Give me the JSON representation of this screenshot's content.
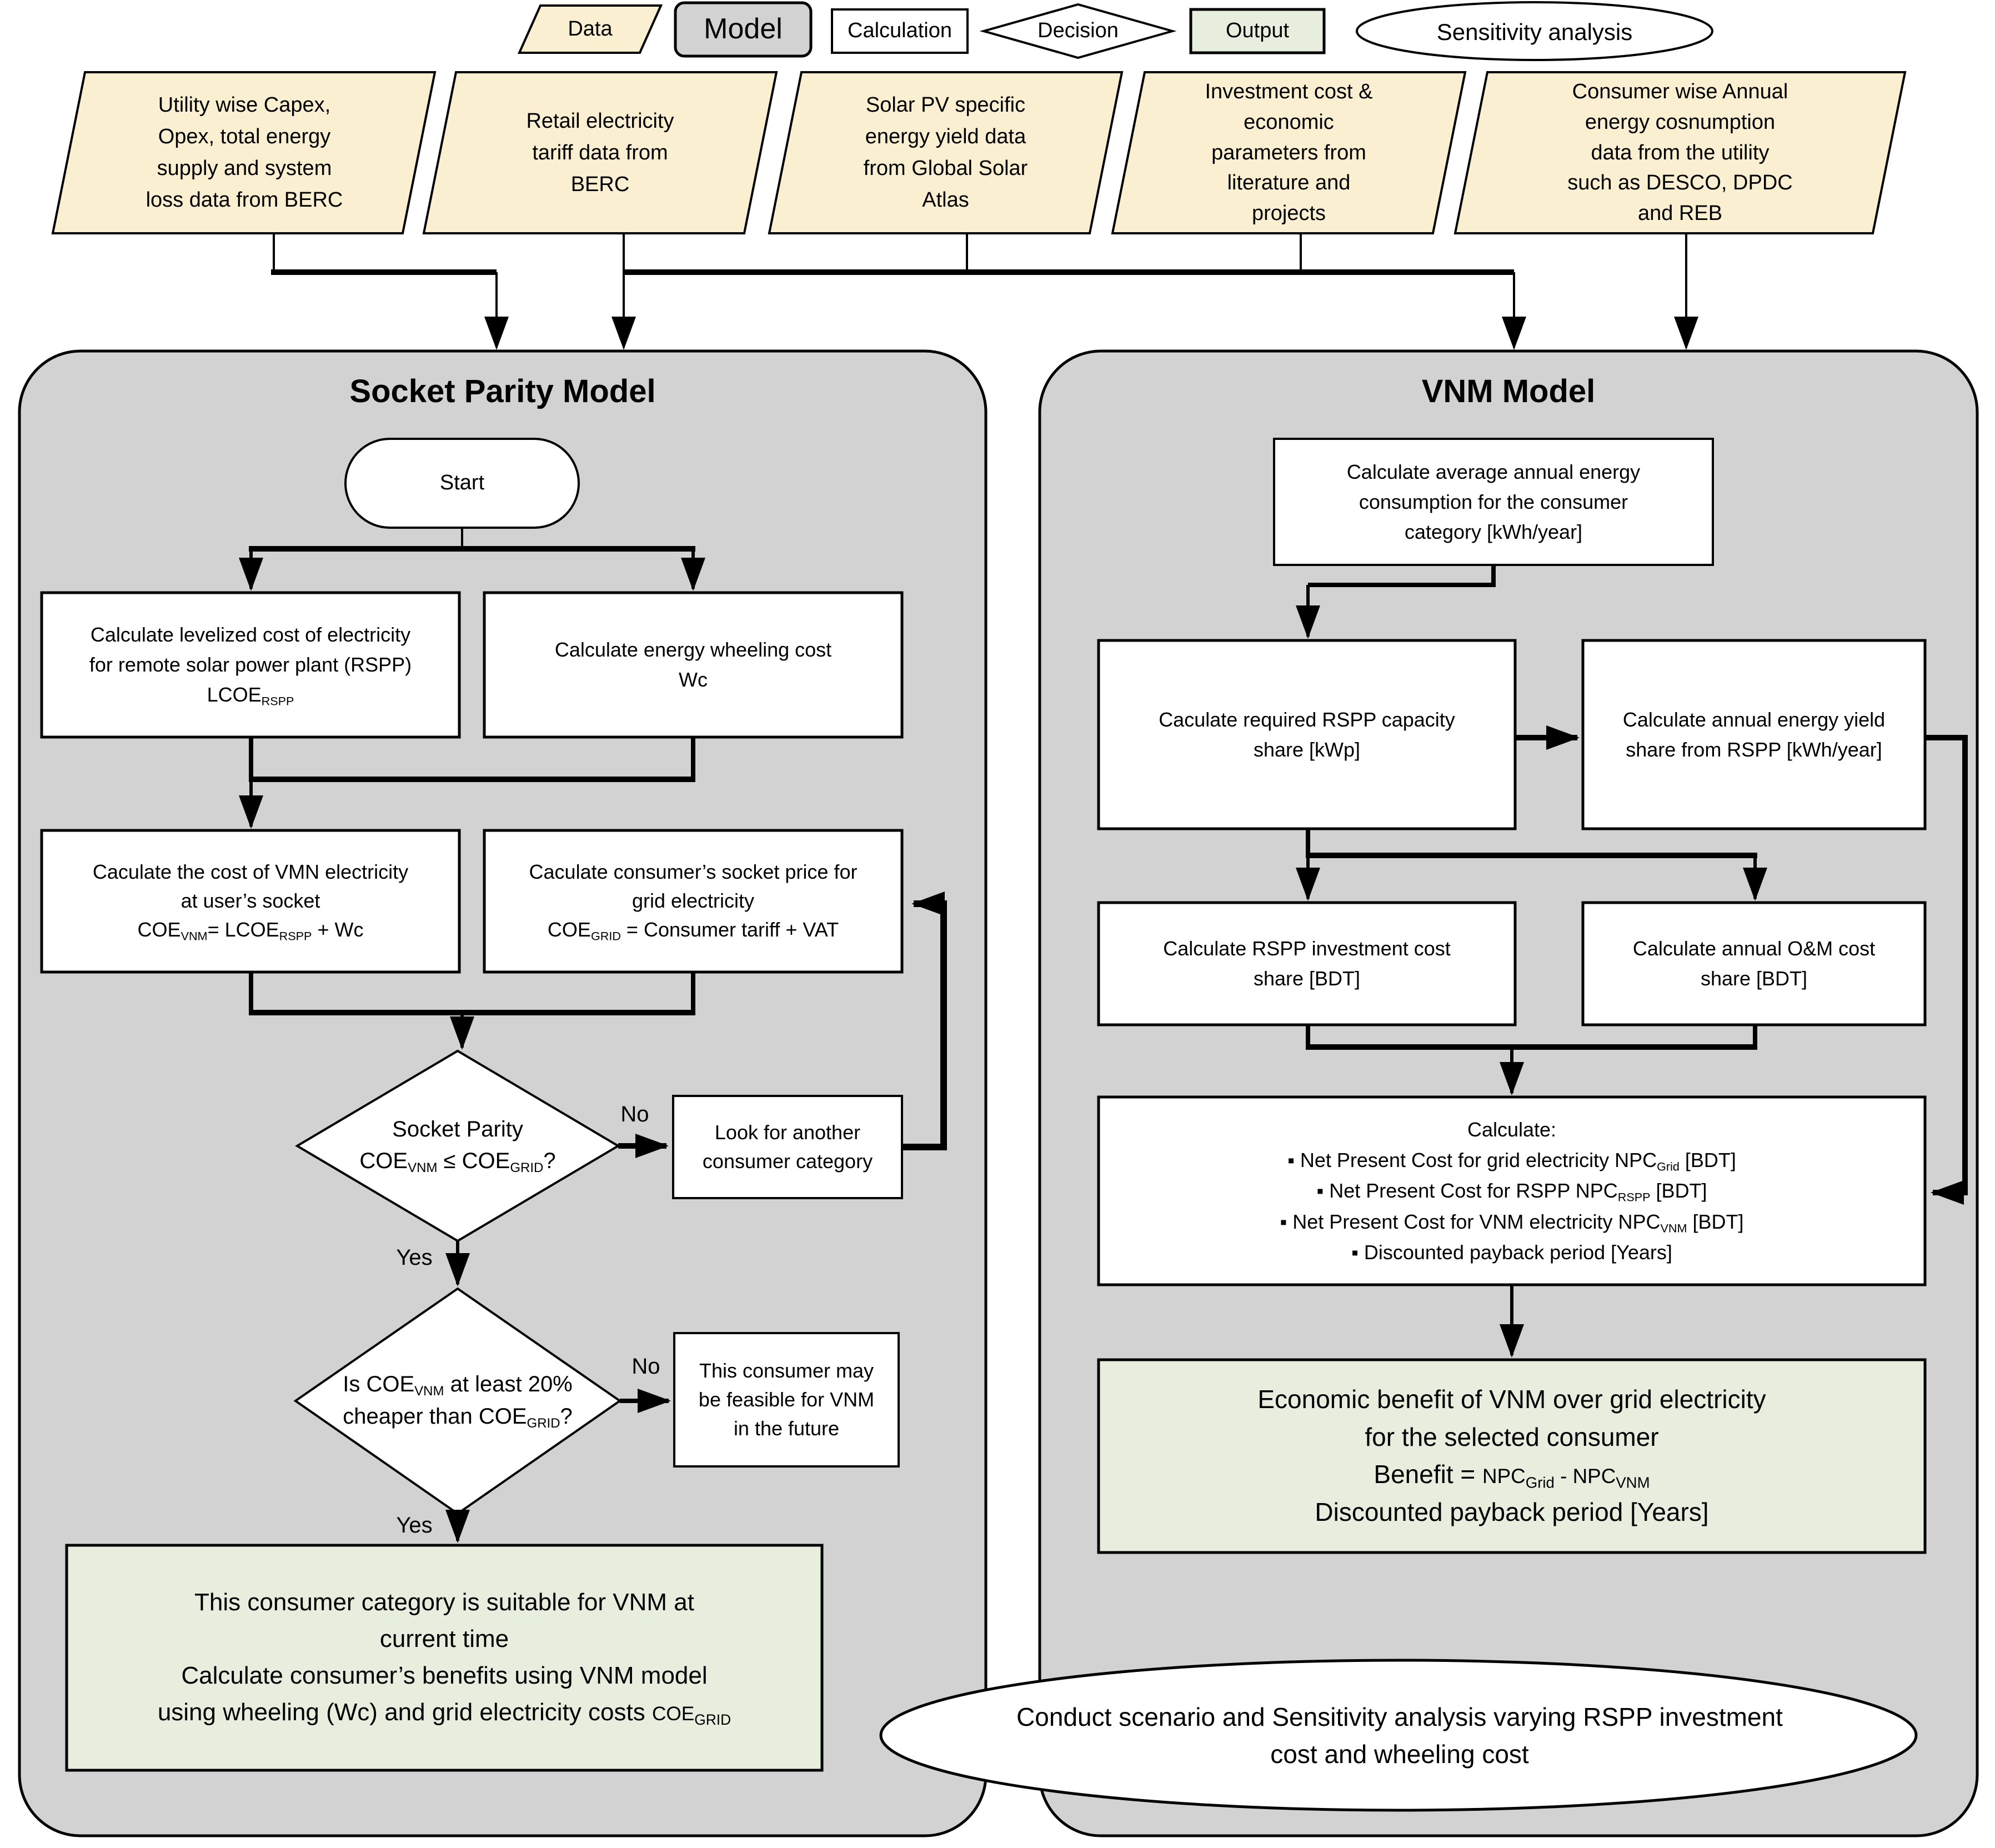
{
  "colors": {
    "data_fill": "#FBEFD2",
    "model_fill": "#D2D2D2",
    "output_fill": "#E7EEDE",
    "shape_fill": "#FFFFFF",
    "line": "#000000",
    "text": "#000000",
    "canvas_bg": "#FFFFFF"
  },
  "legend": {
    "data": "Data",
    "model": "Model",
    "calculation": "Calculation",
    "decision": "Decision",
    "output": "Output",
    "sensitivity": "Sensitivity analysis"
  },
  "data_sources": {
    "s1": {
      "l1": "Utility wise Capex,",
      "l2": "Opex, total energy",
      "l3": "supply and system",
      "l4": "loss data from BERC"
    },
    "s2": {
      "l1": "Retail electricity",
      "l2": "tariff data from",
      "l3": "BERC"
    },
    "s3": {
      "l1": "Solar PV specific",
      "l2": "energy yield data",
      "l3": "from Global Solar",
      "l4": "Atlas"
    },
    "s4": {
      "l1": "Investment cost &",
      "l2": "economic",
      "l3": "parameters from",
      "l4": "literature and",
      "l5": "projects"
    },
    "s5": {
      "l1": "Consumer wise Annual",
      "l2": "energy cosnumption",
      "l3": "data from the utility",
      "l4": "such as DESCO, DPDC",
      "l5": "and REB"
    }
  },
  "socket_model": {
    "title": "Socket Parity Model",
    "start": "Start",
    "box_lcoe": {
      "l1": "Calculate levelized cost of electricity",
      "l2": "for remote solar power plant (RSPP)",
      "formula": [
        {
          "t": "LCOE"
        },
        {
          "t": "RSPP",
          "sub": true
        }
      ]
    },
    "box_wc": {
      "l1": "Calculate energy wheeling cost",
      "l2": "Wc"
    },
    "box_coevnm": {
      "l1": "Caculate the cost of VMN electricity",
      "l2": "at user’s socket",
      "formula": [
        {
          "t": "COE"
        },
        {
          "t": "VNM",
          "sub": true
        },
        {
          "t": "= LCOE"
        },
        {
          "t": "RSPP",
          "sub": true
        },
        {
          "t": " + Wc"
        }
      ]
    },
    "box_coegrid": {
      "l1": "Caculate consumer’s socket price for",
      "l2": "grid electricity",
      "formula": [
        {
          "t": "COE"
        },
        {
          "t": "GRID",
          "sub": true
        },
        {
          "t": " = Consumer tariff + VAT"
        }
      ]
    },
    "decision_parity": {
      "l1": "Socket Parity",
      "formula": [
        {
          "t": "COE"
        },
        {
          "t": "VNM",
          "sub": true
        },
        {
          "t": " ≤ COE"
        },
        {
          "t": "GRID",
          "sub": true
        },
        {
          "t": "?"
        }
      ]
    },
    "box_look": {
      "l1": "Look for another",
      "l2": "consumer category"
    },
    "decision_cheaper": {
      "formula1": [
        {
          "t": "Is COE"
        },
        {
          "t": "VNM",
          "sub": true
        },
        {
          "t": " at least 20%"
        }
      ],
      "formula2": [
        {
          "t": "cheaper  than  COE"
        },
        {
          "t": "GRID",
          "sub": true
        },
        {
          "t": "?"
        }
      ]
    },
    "box_future": {
      "l1": "This consumer may",
      "l2": "be feasible for VNM",
      "l3": "in the future"
    },
    "output": {
      "l1": "This consumer category is suitable for VNM at",
      "l2": "current time",
      "l3": "Calculate consumer’s benefits using VNM model",
      "l4": [
        {
          "t": "using wheeling (Wc) and grid electricity costs "
        },
        {
          "t": "COE",
          "small": true
        },
        {
          "t": "GRID",
          "sub": true
        }
      ]
    },
    "yes": "Yes",
    "no": "No"
  },
  "vnm_model": {
    "title": "VNM Model",
    "box_consumption": {
      "l1": "Calculate average annual energy",
      "l2": "consumption for the consumer",
      "l3": "category [kWh/year]"
    },
    "box_capacity": {
      "l1": "Caculate required RSPP capacity",
      "l2": "share [kWp]"
    },
    "box_yield": {
      "l1": "Calculate annual energy yield",
      "l2": "share from RSPP  [kWh/year]"
    },
    "box_invest": {
      "l1": "Calculate RSPP investment cost",
      "l2": "share [BDT]"
    },
    "box_om": {
      "l1": "Calculate annual O&M cost",
      "l2": "share  [BDT]"
    },
    "box_npc": {
      "title": "Calculate:",
      "b1": [
        {
          "t": "▪      Net Present Cost for grid electricity NPC"
        },
        {
          "t": "Grid",
          "sub": true
        },
        {
          "t": " [BDT]"
        }
      ],
      "b2": [
        {
          "t": "▪      Net Present Cost for RSPP NPC"
        },
        {
          "t": "RSPP",
          "sub": true
        },
        {
          "t": " [BDT]"
        }
      ],
      "b3": [
        {
          "t": "▪      Net Present Cost for VNM electricity NPC"
        },
        {
          "t": "VNM",
          "sub": true
        },
        {
          "t": " [BDT]"
        }
      ],
      "b4": [
        {
          "t": "▪      Discounted payback period [Years]"
        }
      ]
    },
    "output": {
      "l1": "Economic benefit of VNM over grid electricity",
      "l2": "for the selected consumer",
      "l3": [
        {
          "t": "Benefit = "
        },
        {
          "t": "NPC",
          "small": true
        },
        {
          "t": "Grid",
          "sub": true
        },
        {
          "t": " - ",
          "small": true
        },
        {
          "t": "NPC",
          "small": true
        },
        {
          "t": "VNM",
          "sub": true
        }
      ],
      "l4": "Discounted payback period [Years]"
    }
  },
  "sensitivity": {
    "l1": "Conduct scenario and Sensitivity analysis varying RSPP investment",
    "l2": "cost and wheeling cost"
  }
}
